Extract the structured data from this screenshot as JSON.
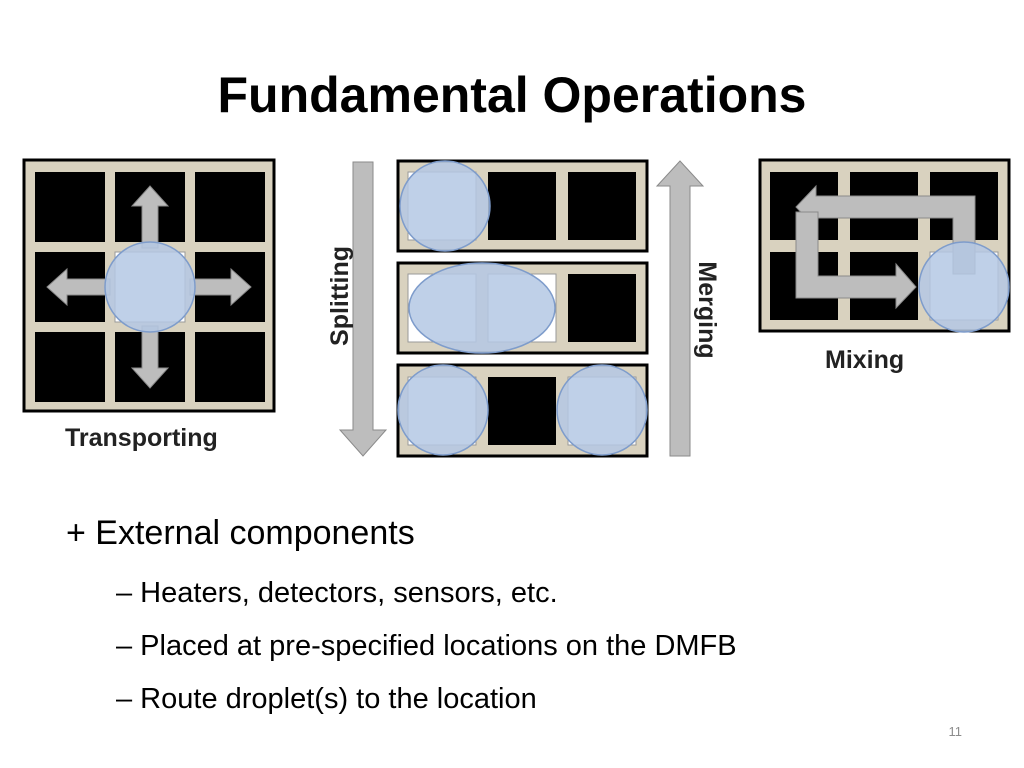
{
  "title": "Fundamental Operations",
  "diagram": {
    "labels": {
      "transporting": "Transporting",
      "splitting": "Splitting",
      "merging": "Merging",
      "mixing": "Mixing"
    },
    "colors": {
      "board_background": "#d9d2bf",
      "cell": "#000000",
      "droplet": "#b4c8e4",
      "droplet_stroke": "#7e9ccb",
      "arrow": "#bdbdbd"
    }
  },
  "bullets": {
    "main": "+ External components",
    "sub": [
      "– Heaters, detectors, sensors, etc.",
      "– Placed at pre-specified locations on the DMFB",
      "– Route droplet(s) to the location"
    ]
  },
  "page_number": "11"
}
